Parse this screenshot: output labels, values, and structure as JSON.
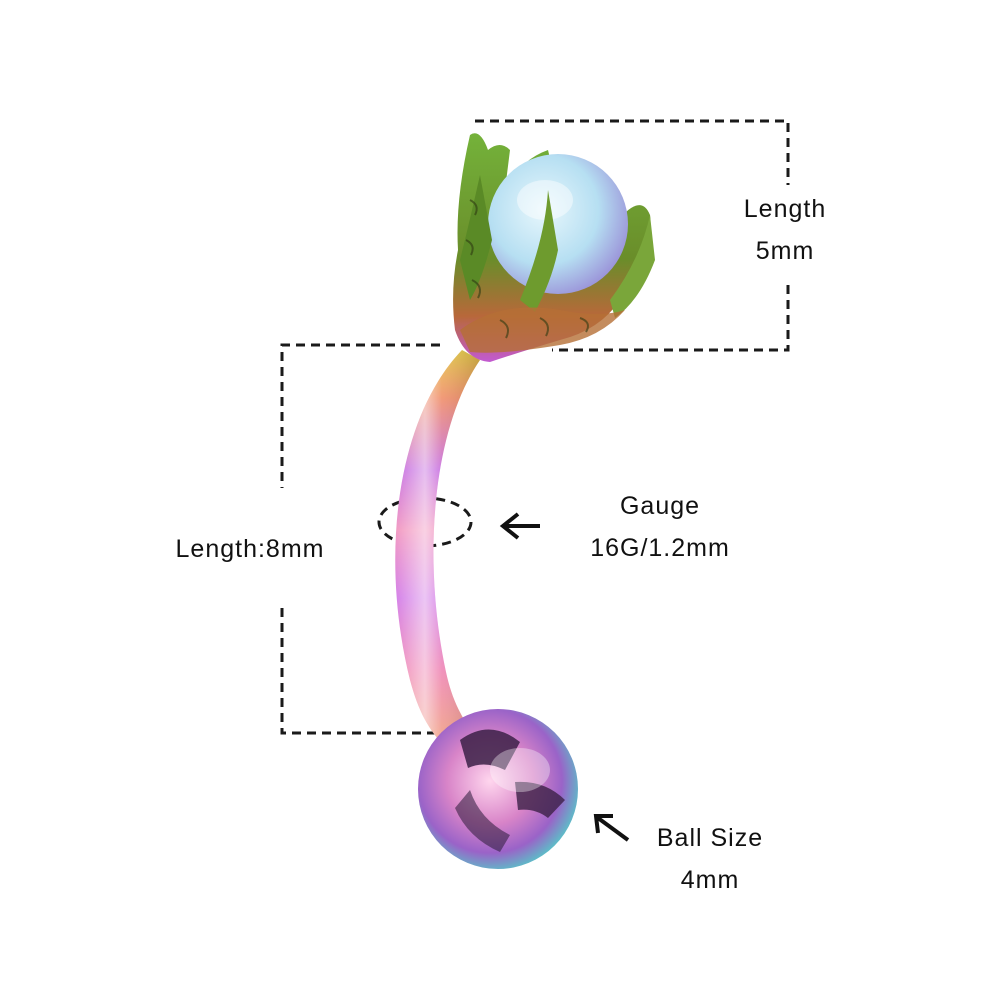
{
  "annotations": {
    "top_length": {
      "line1": "Length",
      "line2": "5mm"
    },
    "bar_length": {
      "text": "Length:8mm"
    },
    "gauge": {
      "line1": "Gauge",
      "line2": "16G/1.2mm"
    },
    "ball_size": {
      "line1": "Ball Size",
      "line2": "4mm"
    }
  },
  "colors": {
    "dimension_line": "#1a1a1a",
    "claw": "#5c8f2c",
    "opal": "#bfe6f5",
    "bar_gradient": [
      "#3fd0c0",
      "#a45cf0",
      "#f07fb0",
      "#f09a70",
      "#d7c23c"
    ]
  }
}
